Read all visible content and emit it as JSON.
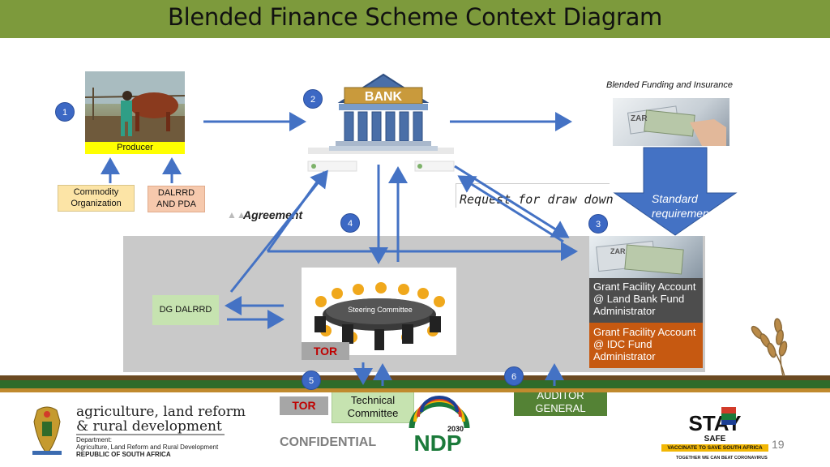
{
  "title": "Blended Finance Scheme Context Diagram",
  "producer": {
    "label": "Producer",
    "step": "1"
  },
  "bank": {
    "label": "BANK",
    "step": "2"
  },
  "commodity_box": {
    "label": "Commodity Organization"
  },
  "dalrrd_pda_box": {
    "label": "DALRRD AND PDA"
  },
  "agreement": {
    "label": "Agreement",
    "step": "4"
  },
  "request": {
    "label": "Request for draw down",
    "step": "3"
  },
  "blended_funding": {
    "label": "Blended Funding and Insurance"
  },
  "standard_requirement": {
    "label": "Standard requirement"
  },
  "dg_dalrrd": {
    "label": "DG DALRRD"
  },
  "steering": {
    "label": "Steering Committee",
    "tor": "TOR"
  },
  "grant_land_bank": {
    "label": "Grant Facility Account @ Land Bank Fund Administrator"
  },
  "grant_idc": {
    "label": "Grant Facility Account @ IDC Fund Administrator"
  },
  "technical_committee": {
    "label": "Technical Committee",
    "tor": "TOR",
    "step": "5"
  },
  "auditor_general": {
    "label": "AUDITOR GENERAL",
    "step": "6"
  },
  "footer": {
    "confidential": "CONFIDENTIAL",
    "page_number": "19",
    "dept_name_line1": "agriculture, land reform",
    "dept_name_line2": "& rural development",
    "dept_label": "Department:",
    "dept_full": "Agriculture, Land Reform and Rural Development",
    "country": "REPUBLIC OF SOUTH AFRICA",
    "ndp_year": "2030",
    "ndp_label": "NDP",
    "stay_label": "STAY",
    "safe_label": "SAFE",
    "vaccinate_label": "VACCINATE TO SAVE SOUTH AFRICA",
    "together_label": "TOGETHER WE CAN BEAT CORONAVIRUS"
  },
  "colors": {
    "title_bar": "#7d9a3c",
    "arrow_blue": "#4472c4",
    "step_circle": "#3c68c4",
    "grant_dark": "#4d4d4d",
    "grant_orange": "#c65911",
    "tor_text": "#c00000",
    "auditor_green": "#548235"
  }
}
